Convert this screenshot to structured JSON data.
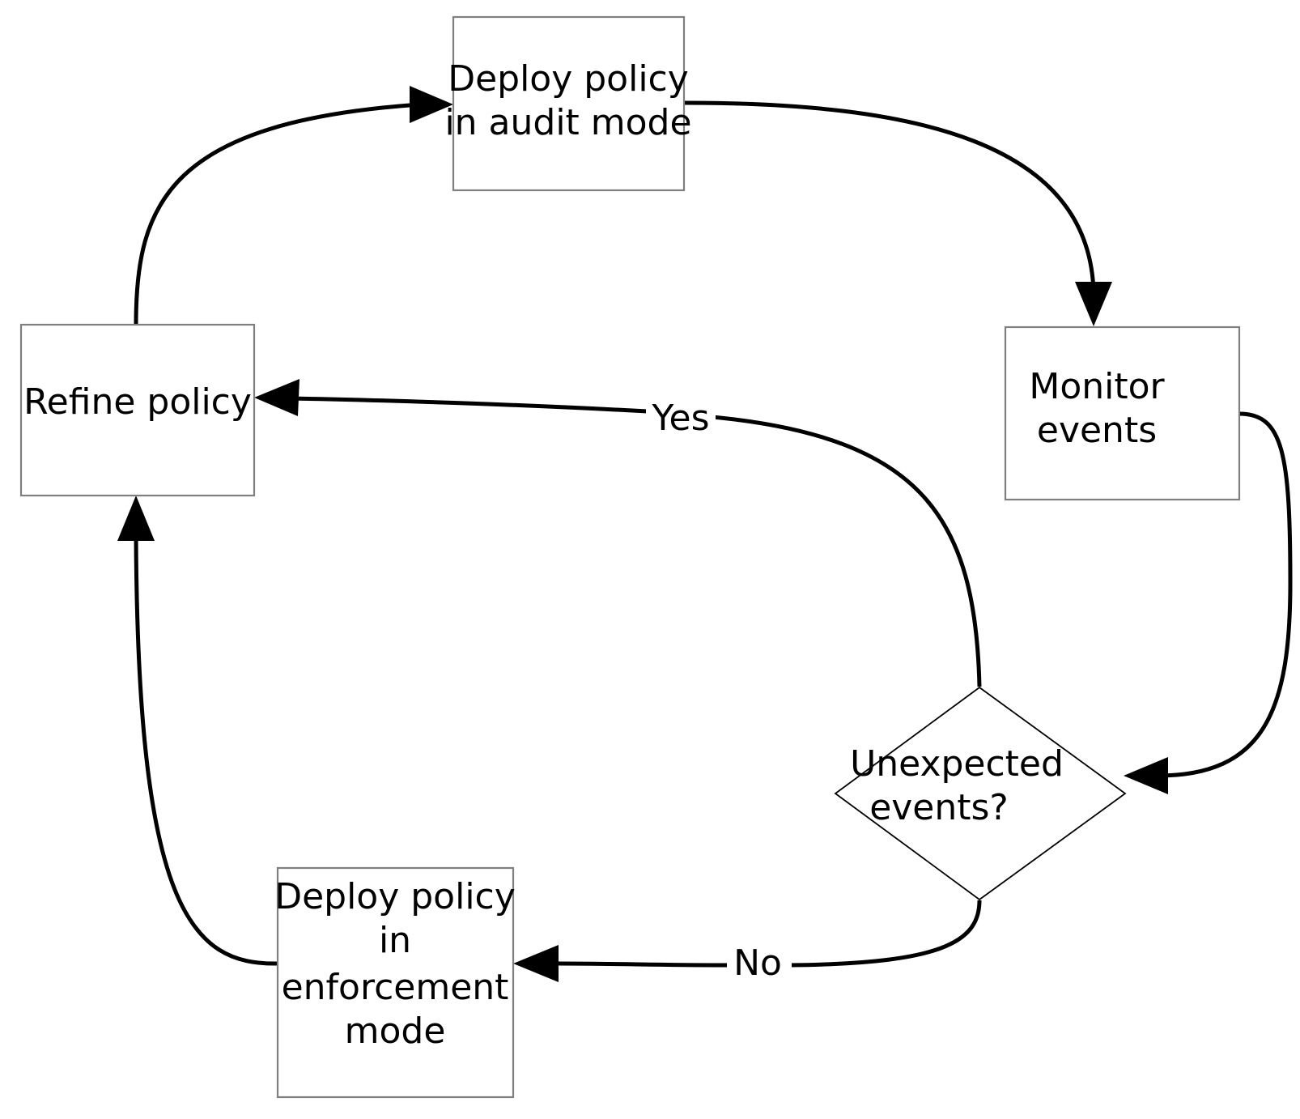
{
  "diagram": {
    "type": "flowchart",
    "title": "",
    "background_color": "#ffffff",
    "line_color": "#000000",
    "box_stroke_color": "#7f7f7f",
    "nodes": [
      {
        "id": "deploy-audit",
        "shape": "rectangle",
        "lines": [
          "Deploy policy",
          "in audit mode"
        ]
      },
      {
        "id": "refine-policy",
        "shape": "rectangle",
        "lines": [
          "Refine policy"
        ]
      },
      {
        "id": "monitor-events",
        "shape": "rectangle",
        "lines": [
          "Monitor",
          "events"
        ]
      },
      {
        "id": "unexpected-events",
        "shape": "diamond",
        "lines": [
          "Unexpected",
          "events?"
        ]
      },
      {
        "id": "deploy-enforcement",
        "shape": "rectangle",
        "lines": [
          "Deploy policy",
          "in",
          "enforcement",
          "mode"
        ]
      }
    ],
    "edges": [
      {
        "id": "refine-to-audit",
        "from": "refine-policy",
        "to": "deploy-audit",
        "label": ""
      },
      {
        "id": "audit-to-monitor",
        "from": "deploy-audit",
        "to": "monitor-events",
        "label": ""
      },
      {
        "id": "monitor-to-decision",
        "from": "monitor-events",
        "to": "unexpected-events",
        "label": ""
      },
      {
        "id": "decision-yes-to-refine",
        "from": "unexpected-events",
        "to": "refine-policy",
        "label": "Yes"
      },
      {
        "id": "decision-no-to-enforcement",
        "from": "unexpected-events",
        "to": "deploy-enforcement",
        "label": "No"
      },
      {
        "id": "enforcement-to-refine",
        "from": "deploy-enforcement",
        "to": "refine-policy",
        "label": ""
      }
    ]
  }
}
